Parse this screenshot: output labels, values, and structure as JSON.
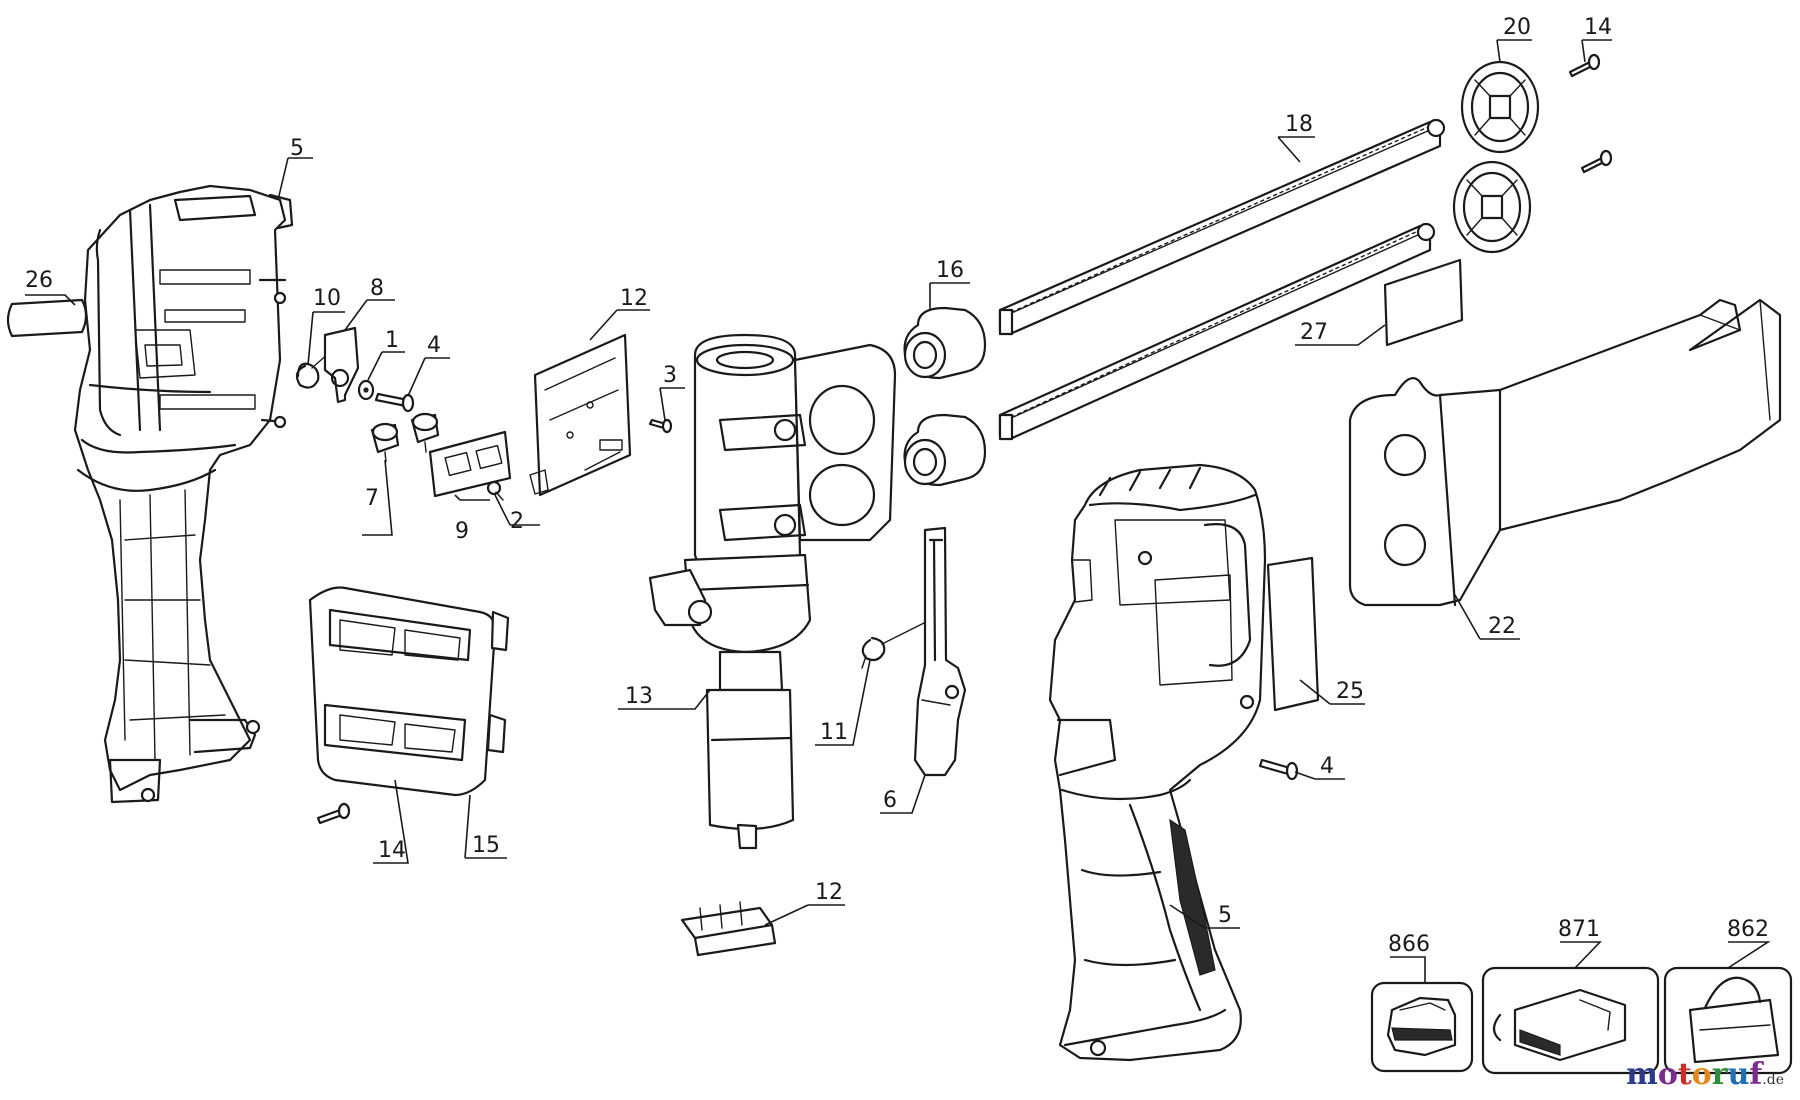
{
  "diagram": {
    "labels": {
      "l1": "1",
      "l2": "2",
      "l3": "3",
      "l4a": "4",
      "l4b": "4",
      "l5a": "5",
      "l5b": "5",
      "l6": "6",
      "l7": "7",
      "l8": "8",
      "l9": "9",
      "l10": "10",
      "l11": "11",
      "l12a": "12",
      "l12b": "12",
      "l13": "13",
      "l14a": "14",
      "l14b": "14",
      "l15": "15",
      "l16": "16",
      "l18": "18",
      "l20": "20",
      "l22": "22",
      "l25": "25",
      "l26": "26",
      "l27": "27",
      "l862": "862",
      "l866": "866",
      "l871": "871"
    }
  },
  "watermark": {
    "text": "motoruf",
    "tld": ".de",
    "colors": [
      "#2b3a8c",
      "#7d2b8c",
      "#c9302c",
      "#e08a1e",
      "#2e8b3a",
      "#1f6fb5",
      "#7d2b8c"
    ]
  }
}
